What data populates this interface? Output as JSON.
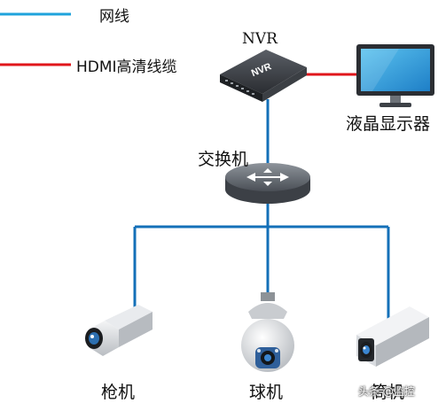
{
  "legend": [
    {
      "label": "网线",
      "color": "#1fa3dc"
    },
    {
      "label": "HDMI高清线缆",
      "color": "#e0161b"
    }
  ],
  "devices": {
    "nvr": {
      "label": "NVR",
      "badge": "NVR"
    },
    "monitor": {
      "label": "液晶显示器"
    },
    "switch": {
      "label": "交换机"
    },
    "bullet_camera": {
      "label": "枪机"
    },
    "dome_camera": {
      "label": "球机"
    },
    "box_camera": {
      "label": "筒机"
    }
  },
  "colors": {
    "network_line": "#1470b8",
    "hdmi_line": "#e0161b"
  },
  "watermark": "头条 @监控"
}
